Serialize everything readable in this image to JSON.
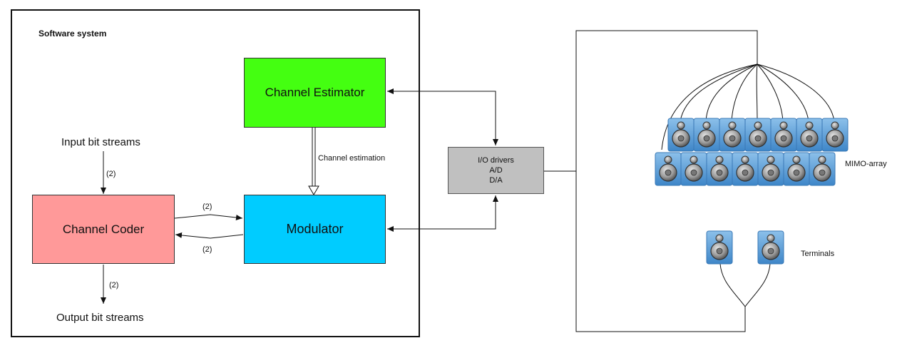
{
  "software_system": {
    "title": "Software system"
  },
  "blocks": {
    "channel_estimator": {
      "label": "Channel Estimator",
      "color": "#44ff11"
    },
    "channel_coder": {
      "label": "Channel Coder",
      "color": "#ff9999"
    },
    "modulator": {
      "label": "Modulator",
      "color": "#00ccff"
    },
    "io_drivers": {
      "lines": [
        "I/O drivers",
        "A/D",
        "D/A"
      ],
      "color": "#c0c0c0"
    }
  },
  "labels": {
    "input_bit_streams": "Input bit streams",
    "output_bit_streams": "Output bit streams",
    "channel_estimation": "Channel estimation",
    "stream_count": "(2)",
    "mimo_array": "MIMO-array",
    "terminals": "Terminals"
  },
  "icons": {
    "antenna": "speaker-antenna-icon",
    "antenna_color": "#5b9bd5",
    "mimo_rows": [
      7,
      7
    ],
    "terminal_count": 2
  }
}
